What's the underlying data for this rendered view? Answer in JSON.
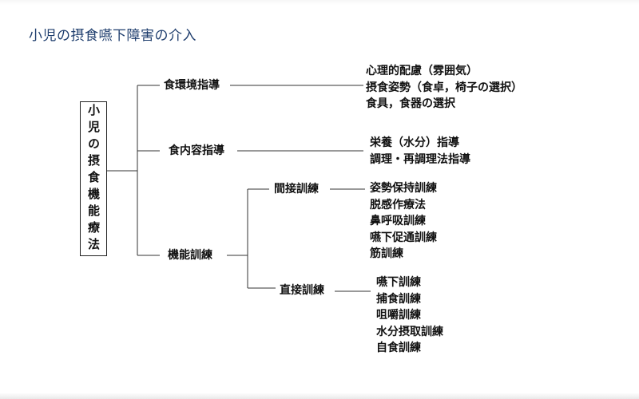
{
  "title": "小児の摂食嚥下障害の介入",
  "root": "小児の摂食機能療法",
  "branches": {
    "environment": {
      "label": "食環境指導",
      "items": [
        "心理的配慮（雰囲気）",
        "摂食姿勢（食卓，椅子の選択）",
        "食具，食器の選択"
      ]
    },
    "content": {
      "label": "食内容指導",
      "items": [
        "栄養（水分）指導",
        "調理・再調理法指導"
      ]
    },
    "training": {
      "label": "機能訓練",
      "indirect": {
        "label": "間接訓練",
        "items": [
          "姿勢保持訓練",
          "脱感作療法",
          "鼻呼吸訓練",
          "嚥下促通訓練",
          "筋訓練"
        ]
      },
      "direct": {
        "label": "直接訓練",
        "items": [
          "嚥下訓練",
          "捕食訓練",
          "咀嚼訓練",
          "水分摂取訓練",
          "自食訓練"
        ]
      }
    }
  }
}
